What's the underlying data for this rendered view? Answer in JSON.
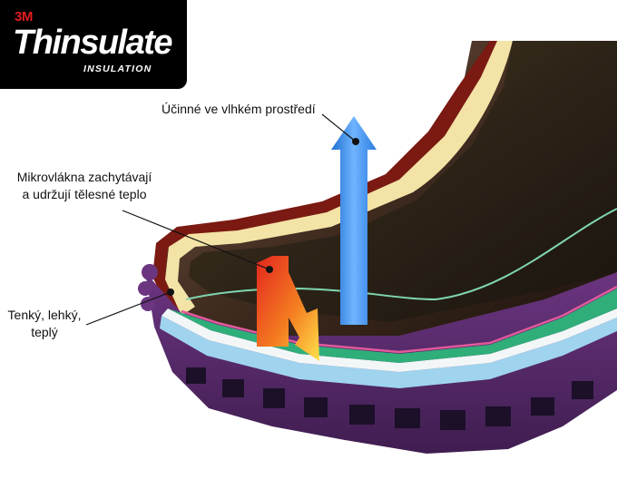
{
  "logo": {
    "brand": "3M",
    "name": "Thinsulate",
    "subtitle": "INSULATION"
  },
  "labels": {
    "effective_damp": "Účinné ve vlhkém prostředí",
    "microfibers_line1": "Mikrovlákna zachytávají",
    "microfibers_line2": "a udržují tělesné teplo",
    "thin_line1": "Tenký, lehký,",
    "thin_line2": "teplý"
  },
  "colors": {
    "sole": "#5b2a6e",
    "upper_outer": "#3d2a1c",
    "inner_lining": "#f3e3a6",
    "insulation_green": "#2fae7a",
    "blue_layer": "#9fd3ee",
    "arrow_blue": "#3a8ee6",
    "arrow_heat": "#f15a24"
  }
}
